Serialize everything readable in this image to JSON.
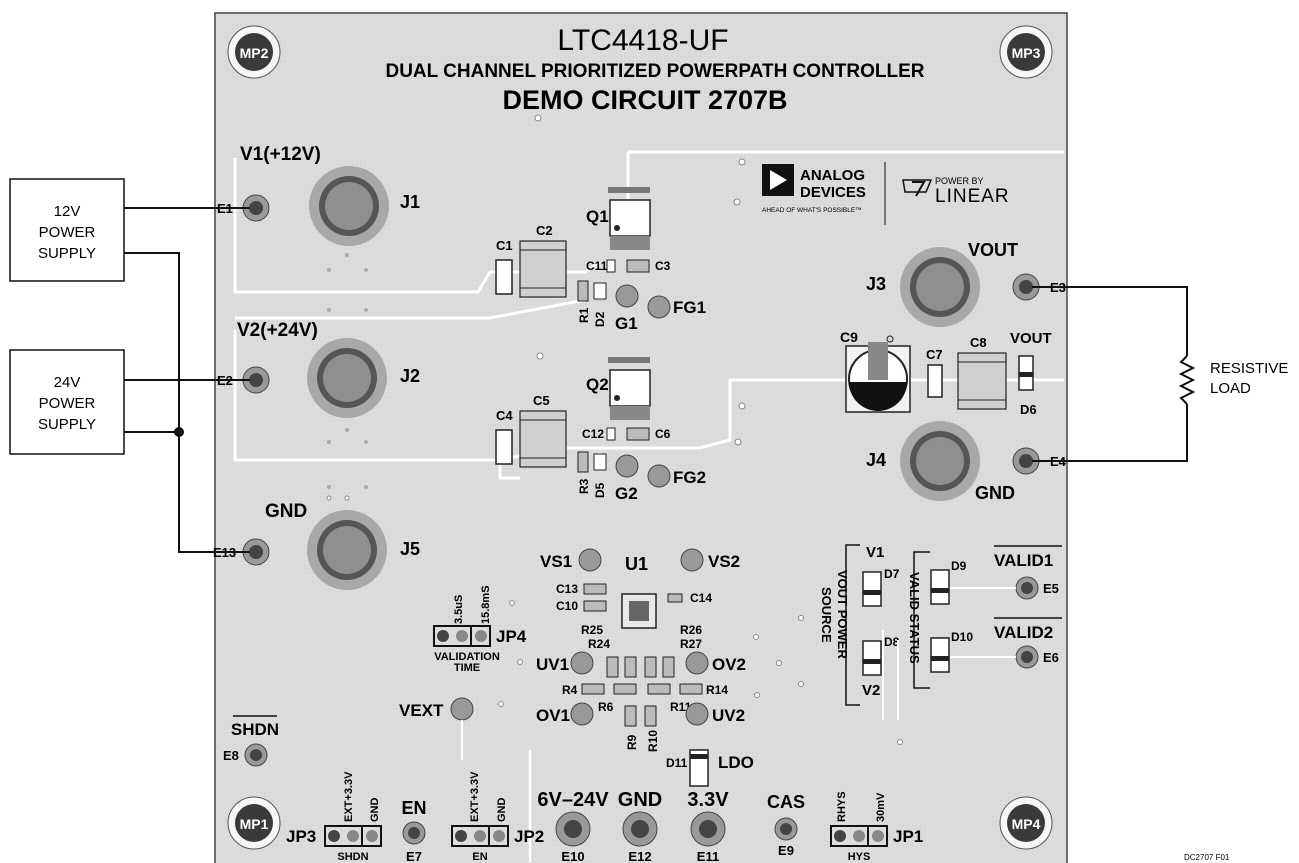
{
  "board": {
    "title": "LTC4418-UF",
    "subtitle": "DUAL CHANNEL PRIORITIZED POWERPATH CONTROLLER",
    "demo": "DEMO CIRCUIT 2707B",
    "figure_id": "DC2707 F01"
  },
  "logos": {
    "analog_line1": "ANALOG",
    "analog_line2": "DEVICES",
    "analog_tagline": "AHEAD OF WHAT'S POSSIBLE™",
    "linear_top": "POWER BY",
    "linear_main": "LINEAR"
  },
  "external": {
    "supply12_l1": "12V",
    "supply12_l2": "POWER",
    "supply12_l3": "SUPPLY",
    "supply24_l1": "24V",
    "supply24_l2": "POWER",
    "supply24_l3": "SUPPLY",
    "load_l1": "RESISTIVE",
    "load_l2": "LOAD"
  },
  "mounting": {
    "mp1": "MP1",
    "mp2": "MP2",
    "mp3": "MP3",
    "mp4": "MP4"
  },
  "sections": {
    "v1": "V1(+12V)",
    "v2": "V2(+24V)",
    "gnd": "GND",
    "vout_source_l1": "VOUT POWER",
    "vout_source_l2": "SOURCE",
    "valid_status": "VALID STATUS",
    "validation_l1": "VALIDATION",
    "validation_l2": "TIME",
    "t_fast": "3.5uS",
    "t_slow": "15.8mS"
  },
  "connectors": {
    "j1": "J1",
    "j2": "J2",
    "j3": "J3",
    "j4": "J4",
    "j5": "J5"
  },
  "turrets": {
    "e1": "E1",
    "e2": "E2",
    "e3": "E3",
    "e4": "E4",
    "e5": "E5",
    "e6": "E6",
    "e7": "E7",
    "e8": "E8",
    "e9": "E9",
    "e10": "E10",
    "e11": "E11",
    "e12": "E12",
    "e13": "E13"
  },
  "parts": {
    "q1": "Q1",
    "q2": "Q2",
    "u1": "U1",
    "c1": "C1",
    "c2": "C2",
    "c3": "C3",
    "c4": "C4",
    "c5": "C5",
    "c6": "C6",
    "c7": "C7",
    "c8": "C8",
    "c9": "C9",
    "c10": "C10",
    "c11": "C11",
    "c12": "C12",
    "c13": "C13",
    "c14": "C14",
    "r1": "R1",
    "r3": "R3",
    "r4": "R4",
    "r6": "R6",
    "r9": "R9",
    "r10": "R10",
    "r11": "R11",
    "r14": "R14",
    "r24": "R24",
    "r25": "R25",
    "r26": "R26",
    "r27": "R27",
    "d2": "D2",
    "d5": "D5",
    "d6": "D6",
    "d7": "D7",
    "d8": "D8",
    "d9": "D9",
    "d10": "D10",
    "d11": "D11"
  },
  "testpoints": {
    "g1": "G1",
    "fg1": "FG1",
    "g2": "G2",
    "fg2": "FG2",
    "vs1": "VS1",
    "vs2": "VS2",
    "uv1": "UV1",
    "ov2": "OV2",
    "ov1": "OV1",
    "uv2": "UV2",
    "vext": "VEXT",
    "ldo": "LDO",
    "vout": "VOUT",
    "vout_small": "VOUT",
    "gnd_out": "GND",
    "valid1": "VALID1",
    "valid2": "VALID2",
    "v1": "V1",
    "v2": "V2",
    "shdn": "SHDN",
    "en": "EN",
    "cas": "CAS",
    "range": "6V–24V",
    "gnd_bottom": "GND",
    "v33": "3.3V"
  },
  "jumpers": {
    "jp1": "JP1",
    "jp2": "JP2",
    "jp3": "JP3",
    "jp4": "JP4",
    "ext33_a": "EXT+3.3V",
    "ext33_b": "EXT+3.3V",
    "gnd_a": "GND",
    "gnd_b": "GND",
    "shdn_bottom": "SHDN",
    "en_bottom": "EN",
    "rhys": "RHYS",
    "mv30": "30mV",
    "hys": "HYS"
  }
}
